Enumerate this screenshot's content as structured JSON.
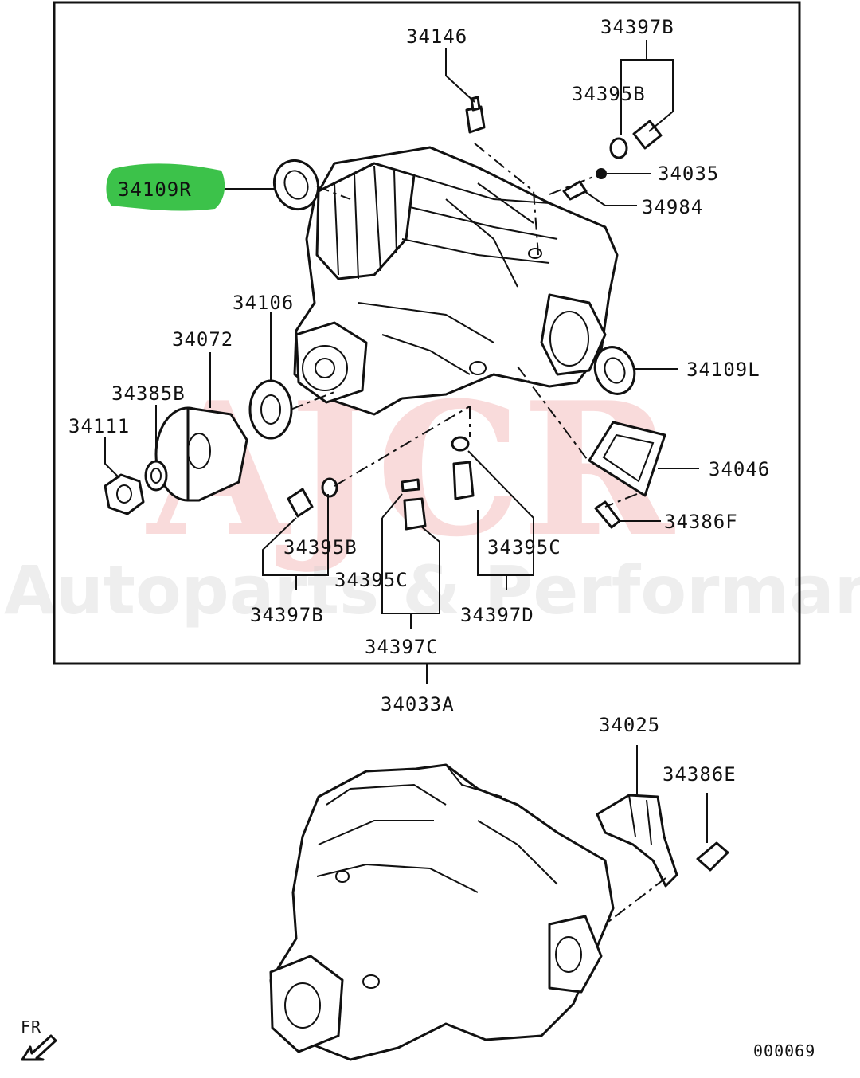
{
  "highlight_color": "#3cc24a",
  "watermark": {
    "brand": "AJCR",
    "tagline": "Autoparts & Performance"
  },
  "labels": {
    "p34146": "34146",
    "p34397B_top": "34397B",
    "p34395B_top": "34395B",
    "p34035": "34035",
    "p34984": "34984",
    "p34109R": "34109R",
    "p34106": "34106",
    "p34072": "34072",
    "p34385B": "34385B",
    "p34111": "34111",
    "p34109L": "34109L",
    "p34046": "34046",
    "p34386F": "34386F",
    "p34395B_bottom": "34395B",
    "p34395C_left": "34395C",
    "p34395C_right": "34395C",
    "p34397B_bottom": "34397B",
    "p34397C": "34397C",
    "p34397D": "34397D",
    "p34033A": "34033A",
    "p34025": "34025",
    "p34386E": "34386E"
  },
  "direction_label": "FR",
  "figure_code": "000069"
}
